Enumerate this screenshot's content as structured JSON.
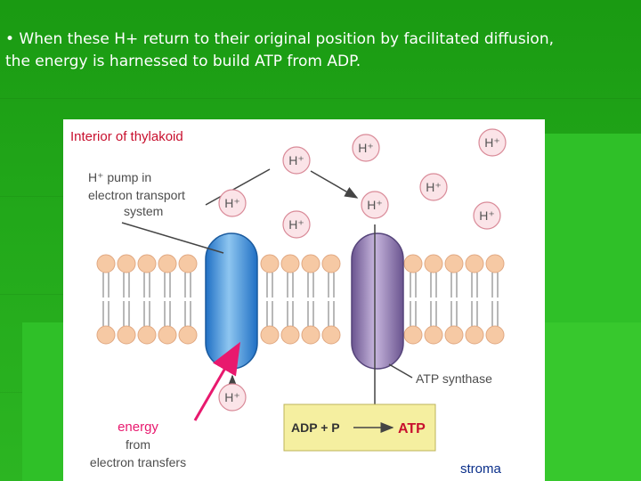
{
  "slide": {
    "bullet": "• When these H+ return to their original position by facilitated diffusion,",
    "bullet_line2": "the energy is harnessed to build ATP from ADP."
  },
  "diagram": {
    "interior_label": "Interior of thylakoid",
    "pump_line1": "H⁺ pump in",
    "pump_line2": "electron transport",
    "pump_line3": "system",
    "ion_label": "H⁺",
    "synthase_label": "ATP synthase",
    "reaction_left": "ADP + P",
    "reaction_right": "ATP",
    "energy_line1": "energy",
    "energy_line2": "from",
    "energy_line3": "electron transfers",
    "stroma_label": "stroma"
  },
  "colors": {
    "background": "#22a81a",
    "title_red": "#c8102e",
    "stroma_blue": "#0a2f8a",
    "pump_blue": "#3b8fd8",
    "synthase_purple": "#8c73b0",
    "energy_arrow": "#e8196e",
    "reaction_box": "#f5efa0",
    "ion_fill": "#fbe4e8",
    "lipid_head": "#f6c9a4"
  }
}
